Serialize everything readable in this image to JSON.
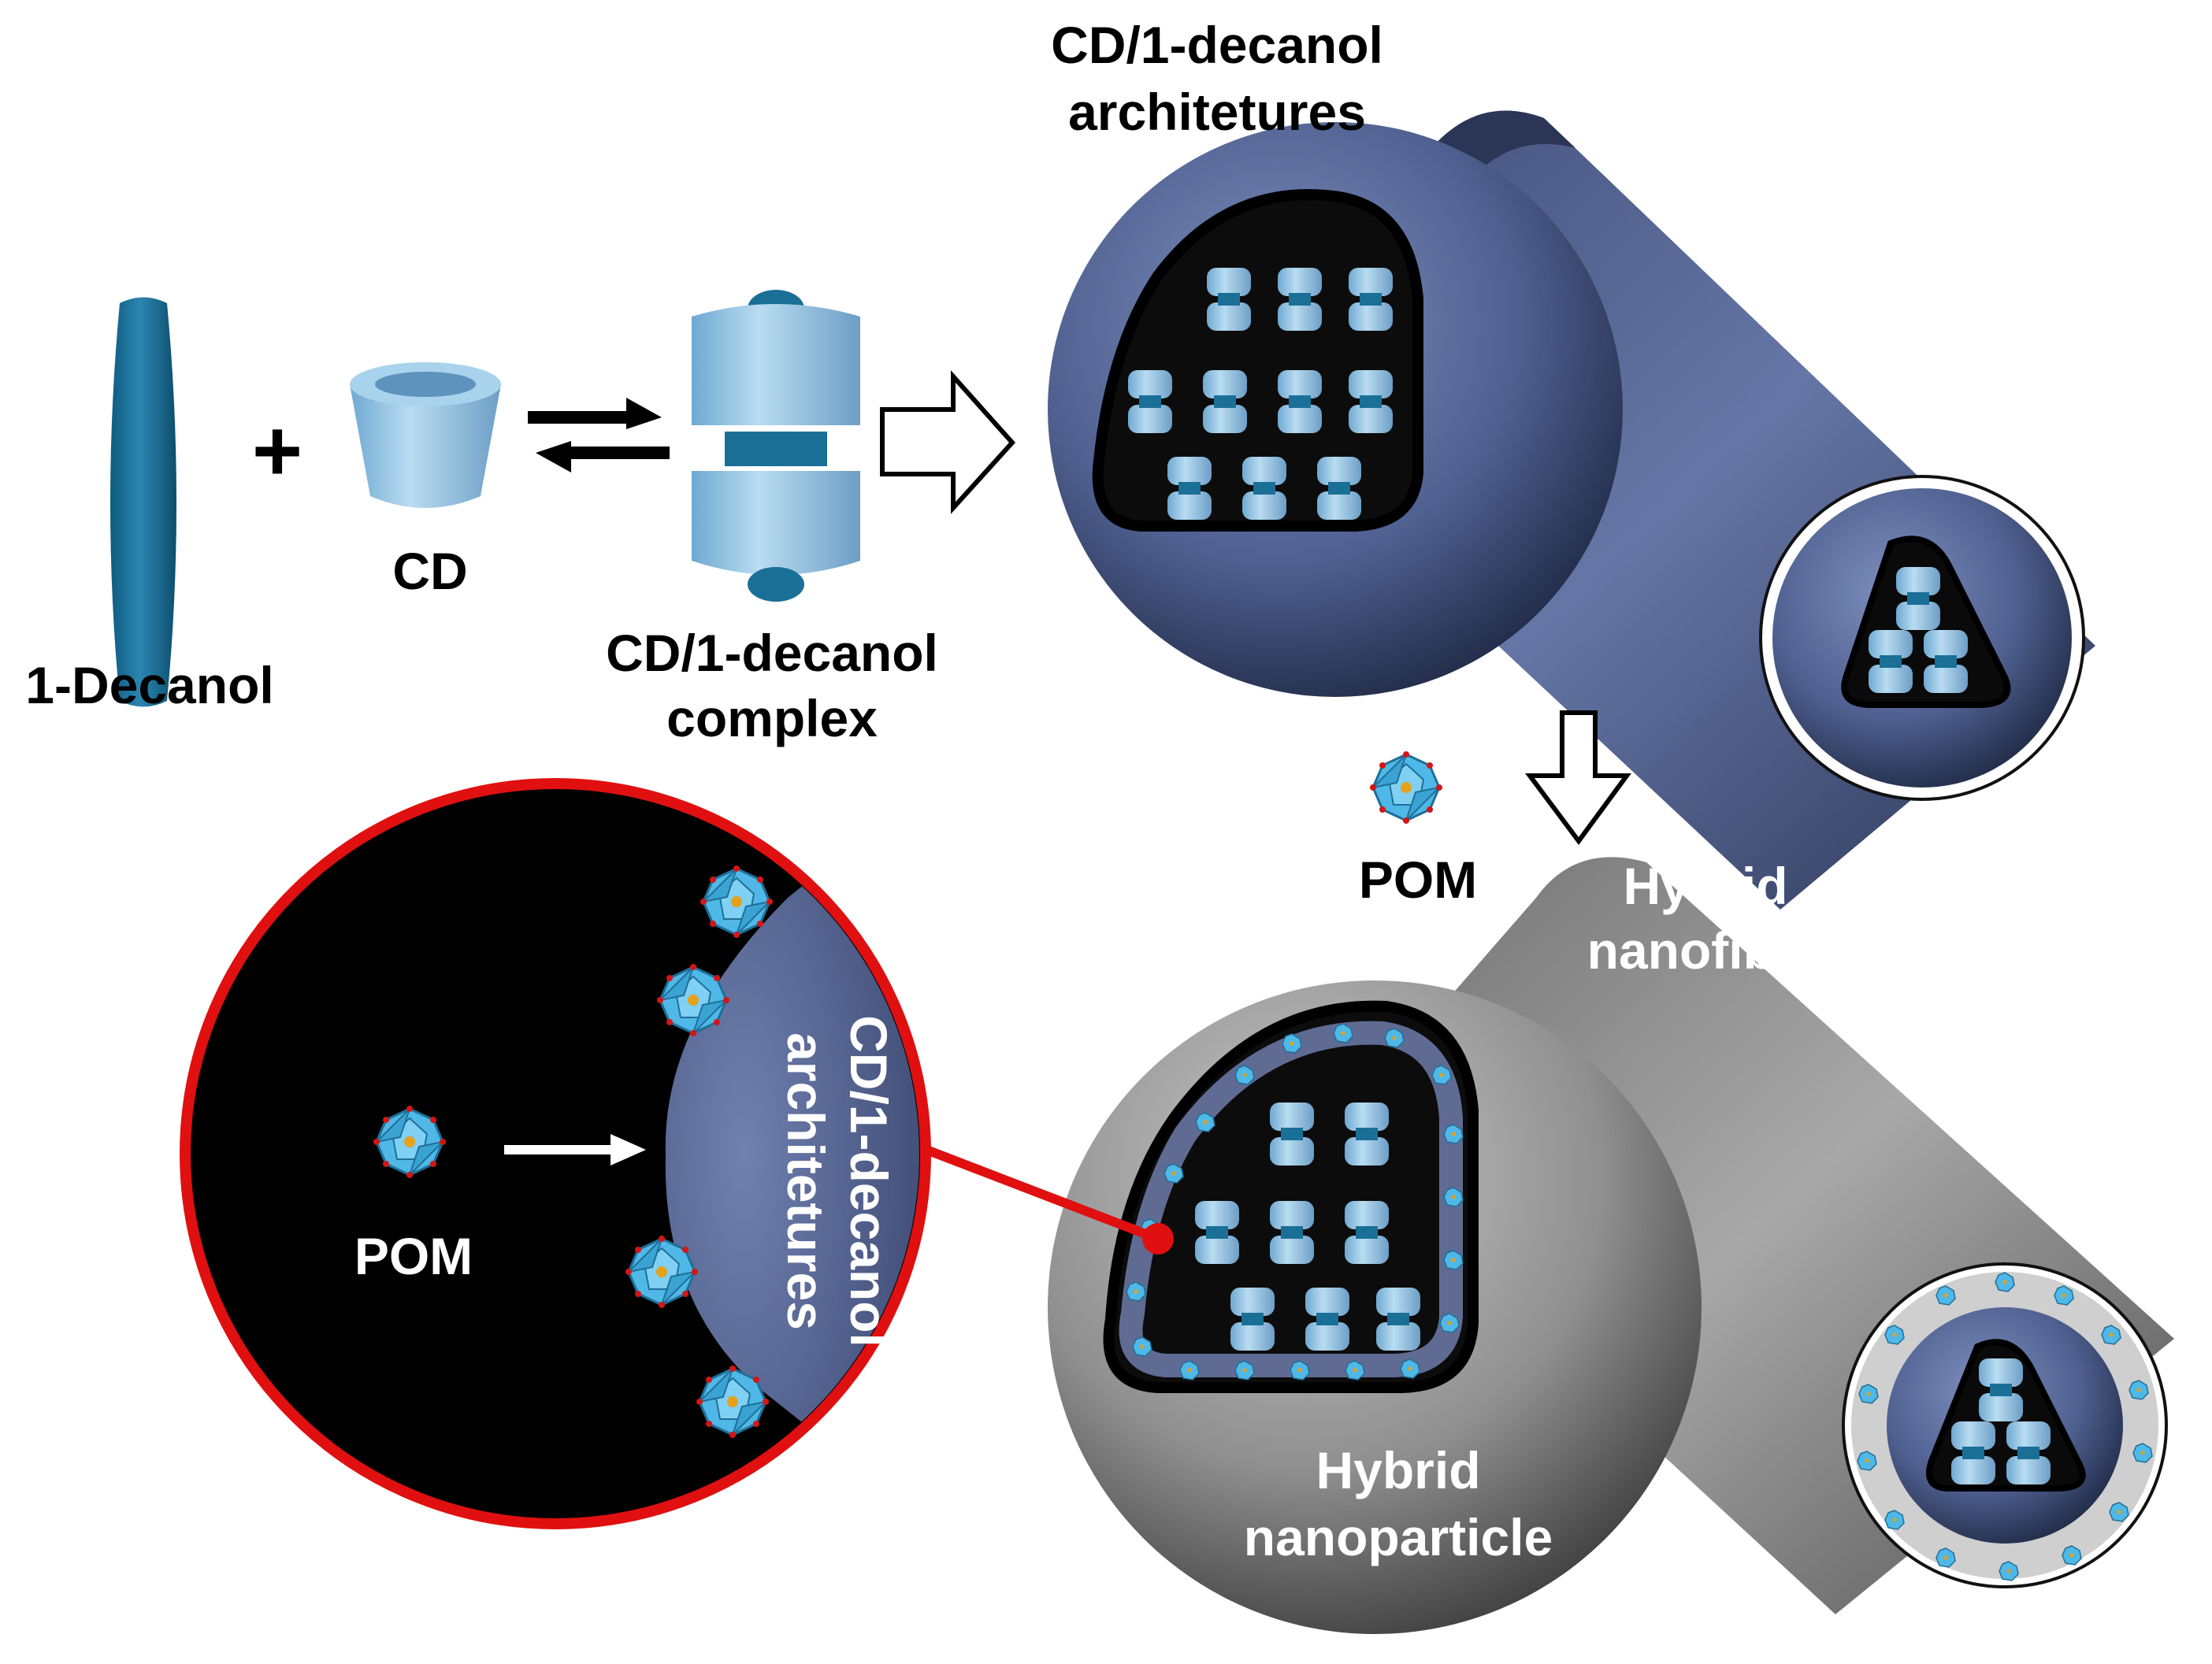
{
  "labels": {
    "decanol": "1-Decanol",
    "plus": "+",
    "cd": "CD",
    "complex_line1": "CD/1-decanol",
    "complex_line2": "complex",
    "arch_top_line1": "CD/1-decanol",
    "arch_top_line2": "architetures",
    "pom_small": "POM",
    "pom_inset": "POM",
    "inset_arch_line1": "CD/1-decanol",
    "inset_arch_line2": "architetures",
    "hybrid_fiber_line1": "Hybrid",
    "hybrid_fiber_line2": "nanofiber",
    "hybrid_particle_line1": "Hybrid",
    "hybrid_particle_line2": "nanoparticle"
  },
  "colors": {
    "decanol": "#1a6f97",
    "cd": "#9ccbe8",
    "navy_sphere": "#5a6a96",
    "gray_sphere": "#8a8a8a",
    "pom": "#4fb8e6",
    "inset_border": "#e01010",
    "inset_fill": "#000000"
  }
}
